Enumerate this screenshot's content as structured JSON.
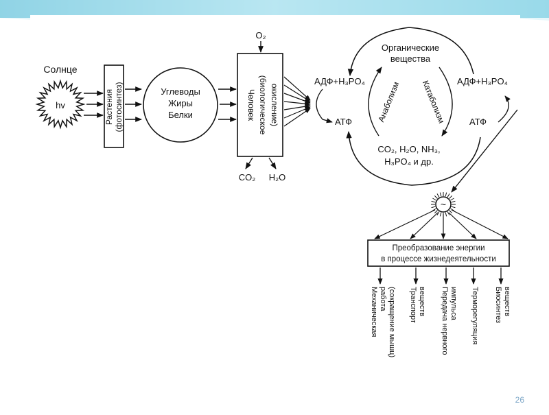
{
  "diagram": {
    "sun_label": "Солнце",
    "sun_symbol": "hv",
    "plants_box": [
      "Растения",
      "(фотосинтез)"
    ],
    "nutrients": [
      "Углеводы",
      "Жиры",
      "Белки"
    ],
    "human_box": [
      "Человек",
      "(биологическое",
      "окисление)"
    ],
    "oxygen": "O₂",
    "outputs": [
      "CO₂",
      "H₂O"
    ],
    "adp_left": "АДФ+H₃PO₄",
    "atp_left": "АТФ",
    "organic_top": [
      "Органические",
      "вещества"
    ],
    "anabolism": "Анаболизм",
    "catabolism": "Катаболизм",
    "organic_bottom": [
      "CO₂, H₂O, NH₃,",
      "H₃PO₄ и др."
    ],
    "adp_right": "АДФ+H₃PO₄",
    "atp_right": "АТФ",
    "energy_symbol": "~",
    "energy_box": [
      "Преобразование энергии",
      "в процессе жизнедеятельности"
    ],
    "functions": [
      [
        "Механическая",
        "работа",
        "(сокращение мышц)"
      ],
      [
        "Транспорт",
        "веществ"
      ],
      [
        "Передача нервного",
        "импульса"
      ],
      [
        "Терморегуляция"
      ],
      [
        "Биосинтез",
        "веществ"
      ]
    ]
  },
  "slide_number": "26",
  "colors": {
    "accent_top": "#5fc0d8",
    "page_number": "#7fa8c8"
  }
}
